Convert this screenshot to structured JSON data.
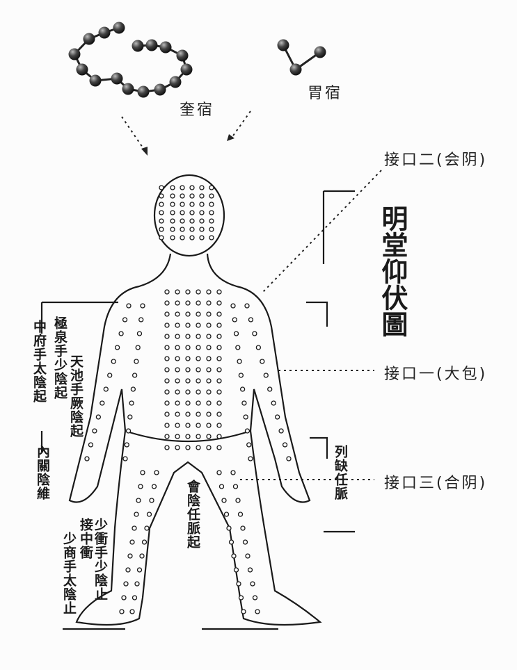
{
  "constellations": {
    "kui": {
      "label": "奎宿",
      "bead_count": 16
    },
    "wei": {
      "label": "胃宿",
      "bead_count": 3
    }
  },
  "interfaces": [
    {
      "label": "接口二(会阴)"
    },
    {
      "label": "接口一(大包)"
    },
    {
      "label": "接口三(合阴)"
    }
  ],
  "chart_title": "明堂仰伏圖",
  "chart_labels": {
    "jiquan": "極泉手少陰起",
    "tianchi": "天池手厥陰起",
    "zhongfu": "中府手太陰起",
    "neiguan": "內關陰維",
    "lieque": "列缺任脈",
    "huiyin": "會陰任脈起",
    "shaochong": "少衝手少陰止",
    "zhongchong": "接中衝",
    "shaoshang": "少商手太陰止"
  },
  "colors": {
    "ink": "#1a1a1a",
    "bead": "#3a3a3a",
    "background": "#fcfcfc"
  }
}
